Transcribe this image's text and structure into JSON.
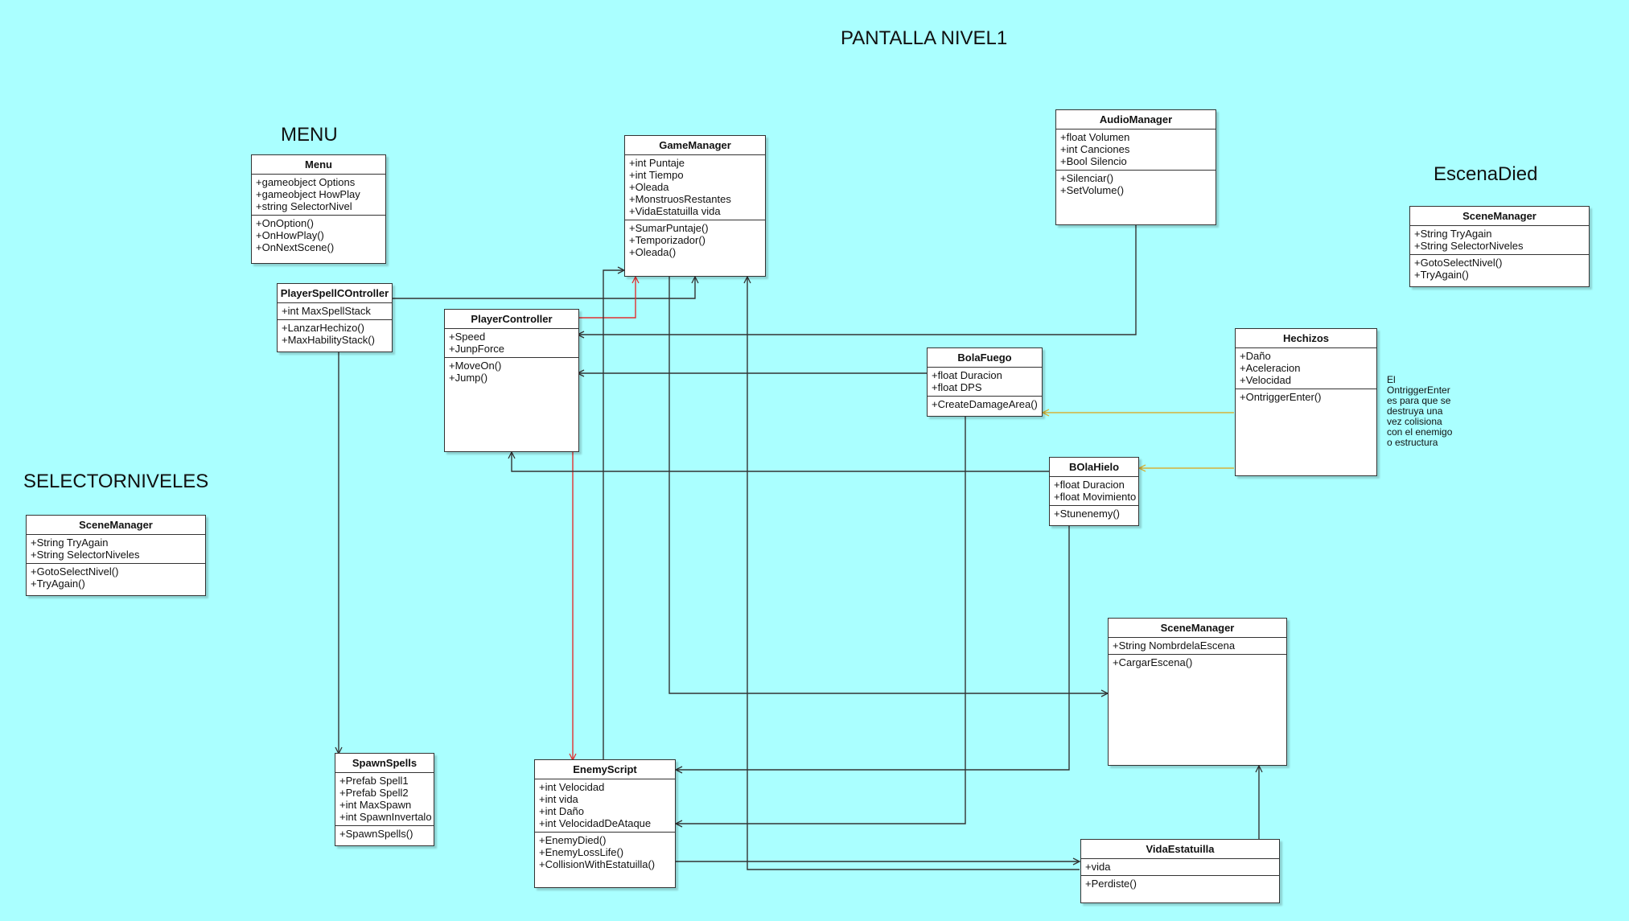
{
  "titles": {
    "pantalla": "PANTALLA NIVEL1",
    "menu": "MENU",
    "escena_died": "EscenaDied",
    "selector": "SELECTORNIVELES"
  },
  "classes": {
    "menu": {
      "name": "Menu",
      "attrs": [
        "+gameobject Options",
        "+gameobject HowPlay",
        "+string SelectorNivel"
      ],
      "methods": [
        "+OnOption()",
        "+OnHowPlay()",
        "+OnNextScene()"
      ]
    },
    "game_manager": {
      "name": "GameManager",
      "attrs": [
        "+int Puntaje",
        "+int Tiempo",
        "+Oleada",
        "+MonstruosRestantes",
        "+VidaEstatuilla vida"
      ],
      "methods": [
        "+SumarPuntaje()",
        "+Temporizador()",
        "+Oleada()"
      ]
    },
    "audio_manager": {
      "name": "AudioManager",
      "attrs": [
        "+float Volumen",
        "+int Canciones",
        "+Bool Silencio"
      ],
      "methods": [
        "+Silenciar()",
        "+SetVolume()"
      ]
    },
    "scene_manager_died": {
      "name": "SceneManager",
      "attrs": [
        "+String TryAgain",
        "+String SelectorNiveles"
      ],
      "methods": [
        "+GotoSelectNivel()",
        "+TryAgain()"
      ]
    },
    "player_spell_controller": {
      "name": "PlayerSpellCOntroller",
      "attrs": [
        "+int MaxSpellStack"
      ],
      "methods": [
        "+LanzarHechizo()",
        "+MaxHabilityStack()"
      ]
    },
    "player_controller": {
      "name": "PlayerController",
      "attrs": [
        "+Speed",
        "+JunpForce"
      ],
      "methods": [
        "+MoveOn()",
        "+Jump()"
      ]
    },
    "bola_fuego": {
      "name": "BolaFuego",
      "attrs": [
        "+float Duracion",
        "+float DPS"
      ],
      "methods": [
        "+CreateDamageArea()"
      ]
    },
    "hechizos": {
      "name": "Hechizos",
      "attrs": [
        "+Daño",
        "+Aceleracion",
        "+Velocidad"
      ],
      "methods": [
        "+OntriggerEnter()"
      ]
    },
    "bola_hielo": {
      "name": "BOlaHielo",
      "attrs": [
        "+float Duracion",
        "+float Movimiento"
      ],
      "methods": [
        "+Stunenemy()"
      ]
    },
    "scene_manager_selector": {
      "name": "SceneManager",
      "attrs": [
        "+String TryAgain",
        "+String SelectorNiveles"
      ],
      "methods": [
        "+GotoSelectNivel()",
        "+TryAgain()"
      ]
    },
    "scene_manager_main": {
      "name": "SceneManager",
      "attrs": [
        "+String NombrdelaEscena"
      ],
      "methods": [
        "+CargarEscena()"
      ]
    },
    "spawn_spells": {
      "name": "SpawnSpells",
      "attrs": [
        "+Prefab Spell1",
        "+Prefab Spell2",
        "+int MaxSpawn",
        "+int SpawnInvertalo"
      ],
      "methods": [
        "+SpawnSpells()"
      ]
    },
    "enemy_script": {
      "name": "EnemyScript",
      "attrs": [
        "+int Velocidad",
        "+int vida",
        "+int Daño",
        "+int VelocidadDeAtaque"
      ],
      "methods": [
        "+EnemyDied()",
        "+EnemyLossLife()",
        "+CollisionWithEstatuilla()"
      ]
    },
    "vida_estatuilla": {
      "name": "VidaEstatuilla",
      "attrs": [
        "+vida"
      ],
      "methods": [
        "+Perdiste()"
      ]
    }
  },
  "note": [
    "El",
    "OntriggerEnter",
    "es para que se",
    "destruya una",
    "vez colisiona",
    "con el enemigo",
    "o estructura"
  ],
  "colors": {
    "background": "#aaffff",
    "connector": "#333333",
    "highlight_connector": "#e03030",
    "inheritance_connector": "#d4b23a"
  }
}
